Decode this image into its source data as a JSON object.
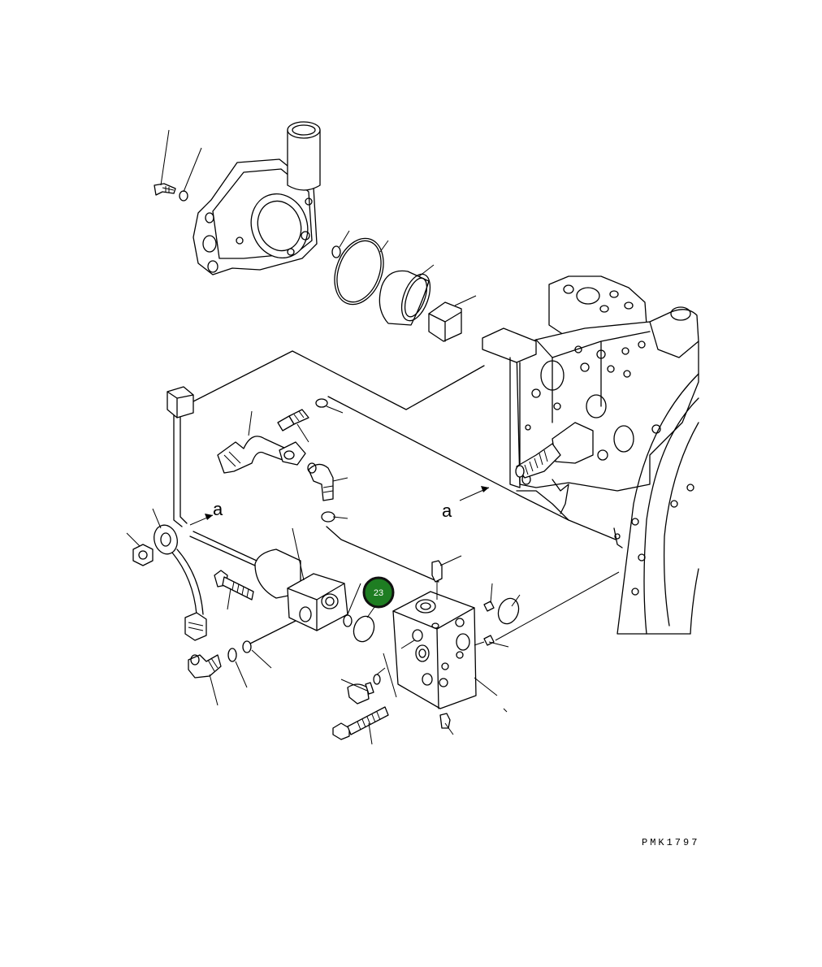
{
  "diagram": {
    "view_label_left": "a",
    "view_label_right": "a",
    "drawing_code": "PMK1797",
    "highlight": {
      "label": "23",
      "fill": "#1e7d22",
      "ring": "#111111"
    }
  }
}
